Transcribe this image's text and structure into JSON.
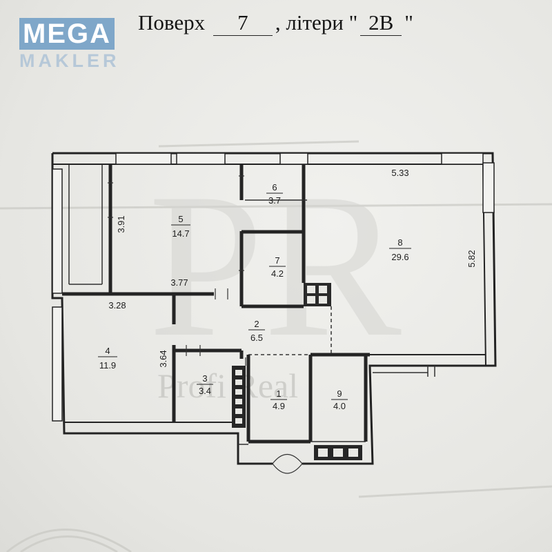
{
  "logo": {
    "brand_top": "MEGA",
    "brand_bottom": "MAKLER"
  },
  "header": {
    "floor_label": "Поверх",
    "floor_value": "7",
    "letters_label": ", літери",
    "letters_value": "2В"
  },
  "watermark": {
    "monogram": "PR",
    "text": "Profi Real"
  },
  "rooms": [
    {
      "number": "1",
      "area": "4.9"
    },
    {
      "number": "2",
      "area": "6.5"
    },
    {
      "number": "3",
      "area": "3.4"
    },
    {
      "number": "4",
      "area": "11.9"
    },
    {
      "number": "5",
      "area": "14.7"
    },
    {
      "number": "6",
      "area": "3.7"
    },
    {
      "number": "7",
      "area": "4.2"
    },
    {
      "number": "8",
      "area": "29.6"
    },
    {
      "number": "9",
      "area": "4.0"
    }
  ],
  "dimensions": {
    "top_right": "5.33",
    "right": "5.82",
    "room5_height": "3.91",
    "room5_width": "3.77",
    "room4_width": "3.28",
    "room4_height": "3.64"
  }
}
